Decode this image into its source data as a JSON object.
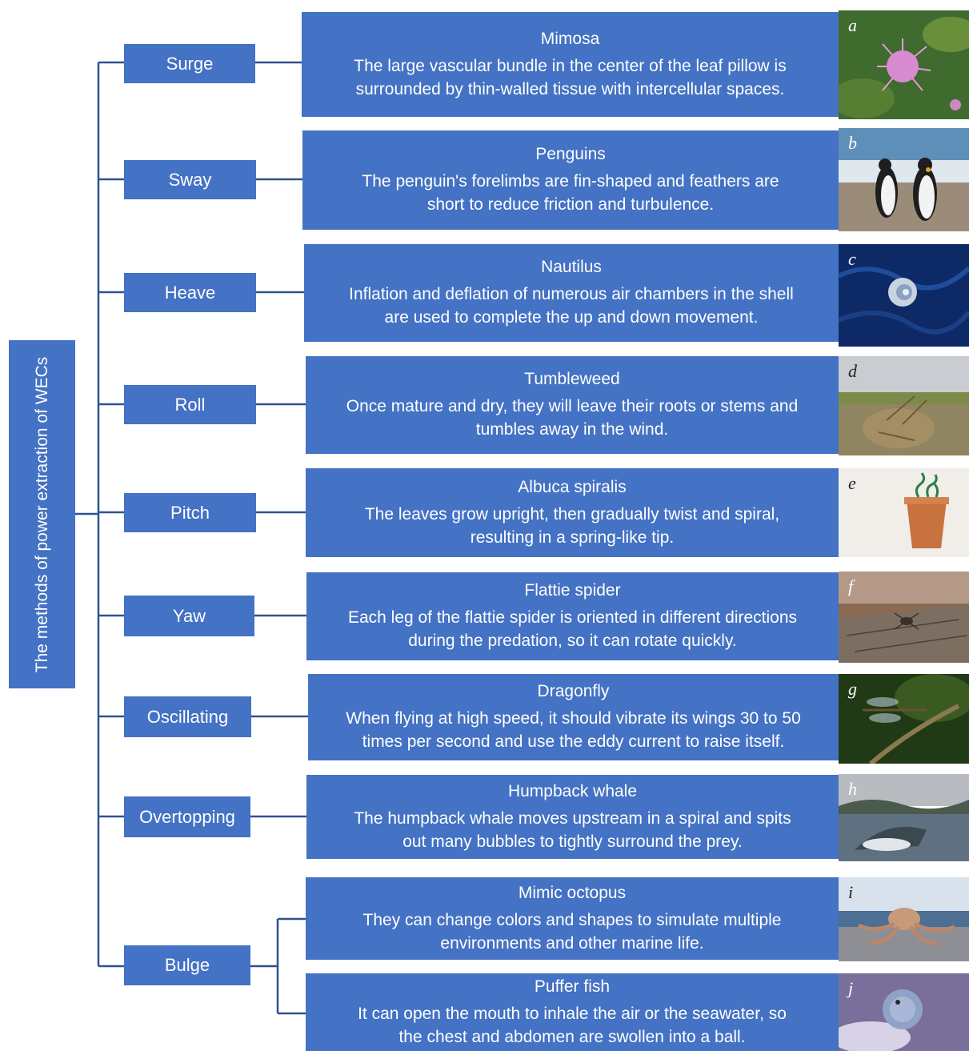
{
  "root": {
    "label": "The methods of power extraction of WECs"
  },
  "methods": [
    {
      "label": "Surge"
    },
    {
      "label": "Sway"
    },
    {
      "label": "Heave"
    },
    {
      "label": "Roll"
    },
    {
      "label": "Pitch"
    },
    {
      "label": "Yaw"
    },
    {
      "label": "Oscillating"
    },
    {
      "label": "Overtopping"
    },
    {
      "label": "Bulge"
    }
  ],
  "organisms": [
    {
      "title": "Mimosa",
      "line1": "The large vascular bundle in the center of the leaf pillow is",
      "line2": "surrounded by thin-walled tissue with intercellular spaces.",
      "photo_label": "a"
    },
    {
      "title": "Penguins",
      "line1": "The penguin's forelimbs are fin-shaped and feathers are",
      "line2": "short to reduce friction and turbulence.",
      "photo_label": "b"
    },
    {
      "title": "Nautilus",
      "line1": "Inflation and deflation of numerous air chambers in the shell",
      "line2": "are used to complete the up and down movement.",
      "photo_label": "c"
    },
    {
      "title": "Tumbleweed",
      "line1": "Once mature and dry, they will leave their roots or stems and",
      "line2": "tumbles away in the wind.",
      "photo_label": "d"
    },
    {
      "title": "Albuca spiralis",
      "line1": "The leaves grow upright, then gradually twist and spiral,",
      "line2": "resulting in a spring-like tip.",
      "photo_label": "e"
    },
    {
      "title": "Flattie spider",
      "line1": "Each leg of the flattie spider is oriented in different directions",
      "line2": "during the predation, so it can rotate quickly.",
      "photo_label": "f"
    },
    {
      "title": "Dragonfly",
      "line1": "When flying at high speed, it should vibrate its wings 30 to 50",
      "line2": "times per second and use the eddy current to raise itself.",
      "photo_label": "g"
    },
    {
      "title": "Humpback whale",
      "line1": "The humpback whale moves upstream in a spiral and spits",
      "line2": "out many bubbles to tightly surround the prey.",
      "photo_label": "h"
    },
    {
      "title": "Mimic octopus",
      "line1": "They can change colors and shapes to simulate multiple",
      "line2": "environments and other marine life.",
      "photo_label": "i"
    },
    {
      "title": "Puffer fish",
      "line1": "It can open the mouth to inhale the air or the seawater, so",
      "line2": "the chest and abdomen are swollen into a ball.",
      "photo_label": "j"
    }
  ],
  "colors": {
    "box": "#4472c4",
    "line": "#2f528f",
    "text": "#ffffff"
  }
}
